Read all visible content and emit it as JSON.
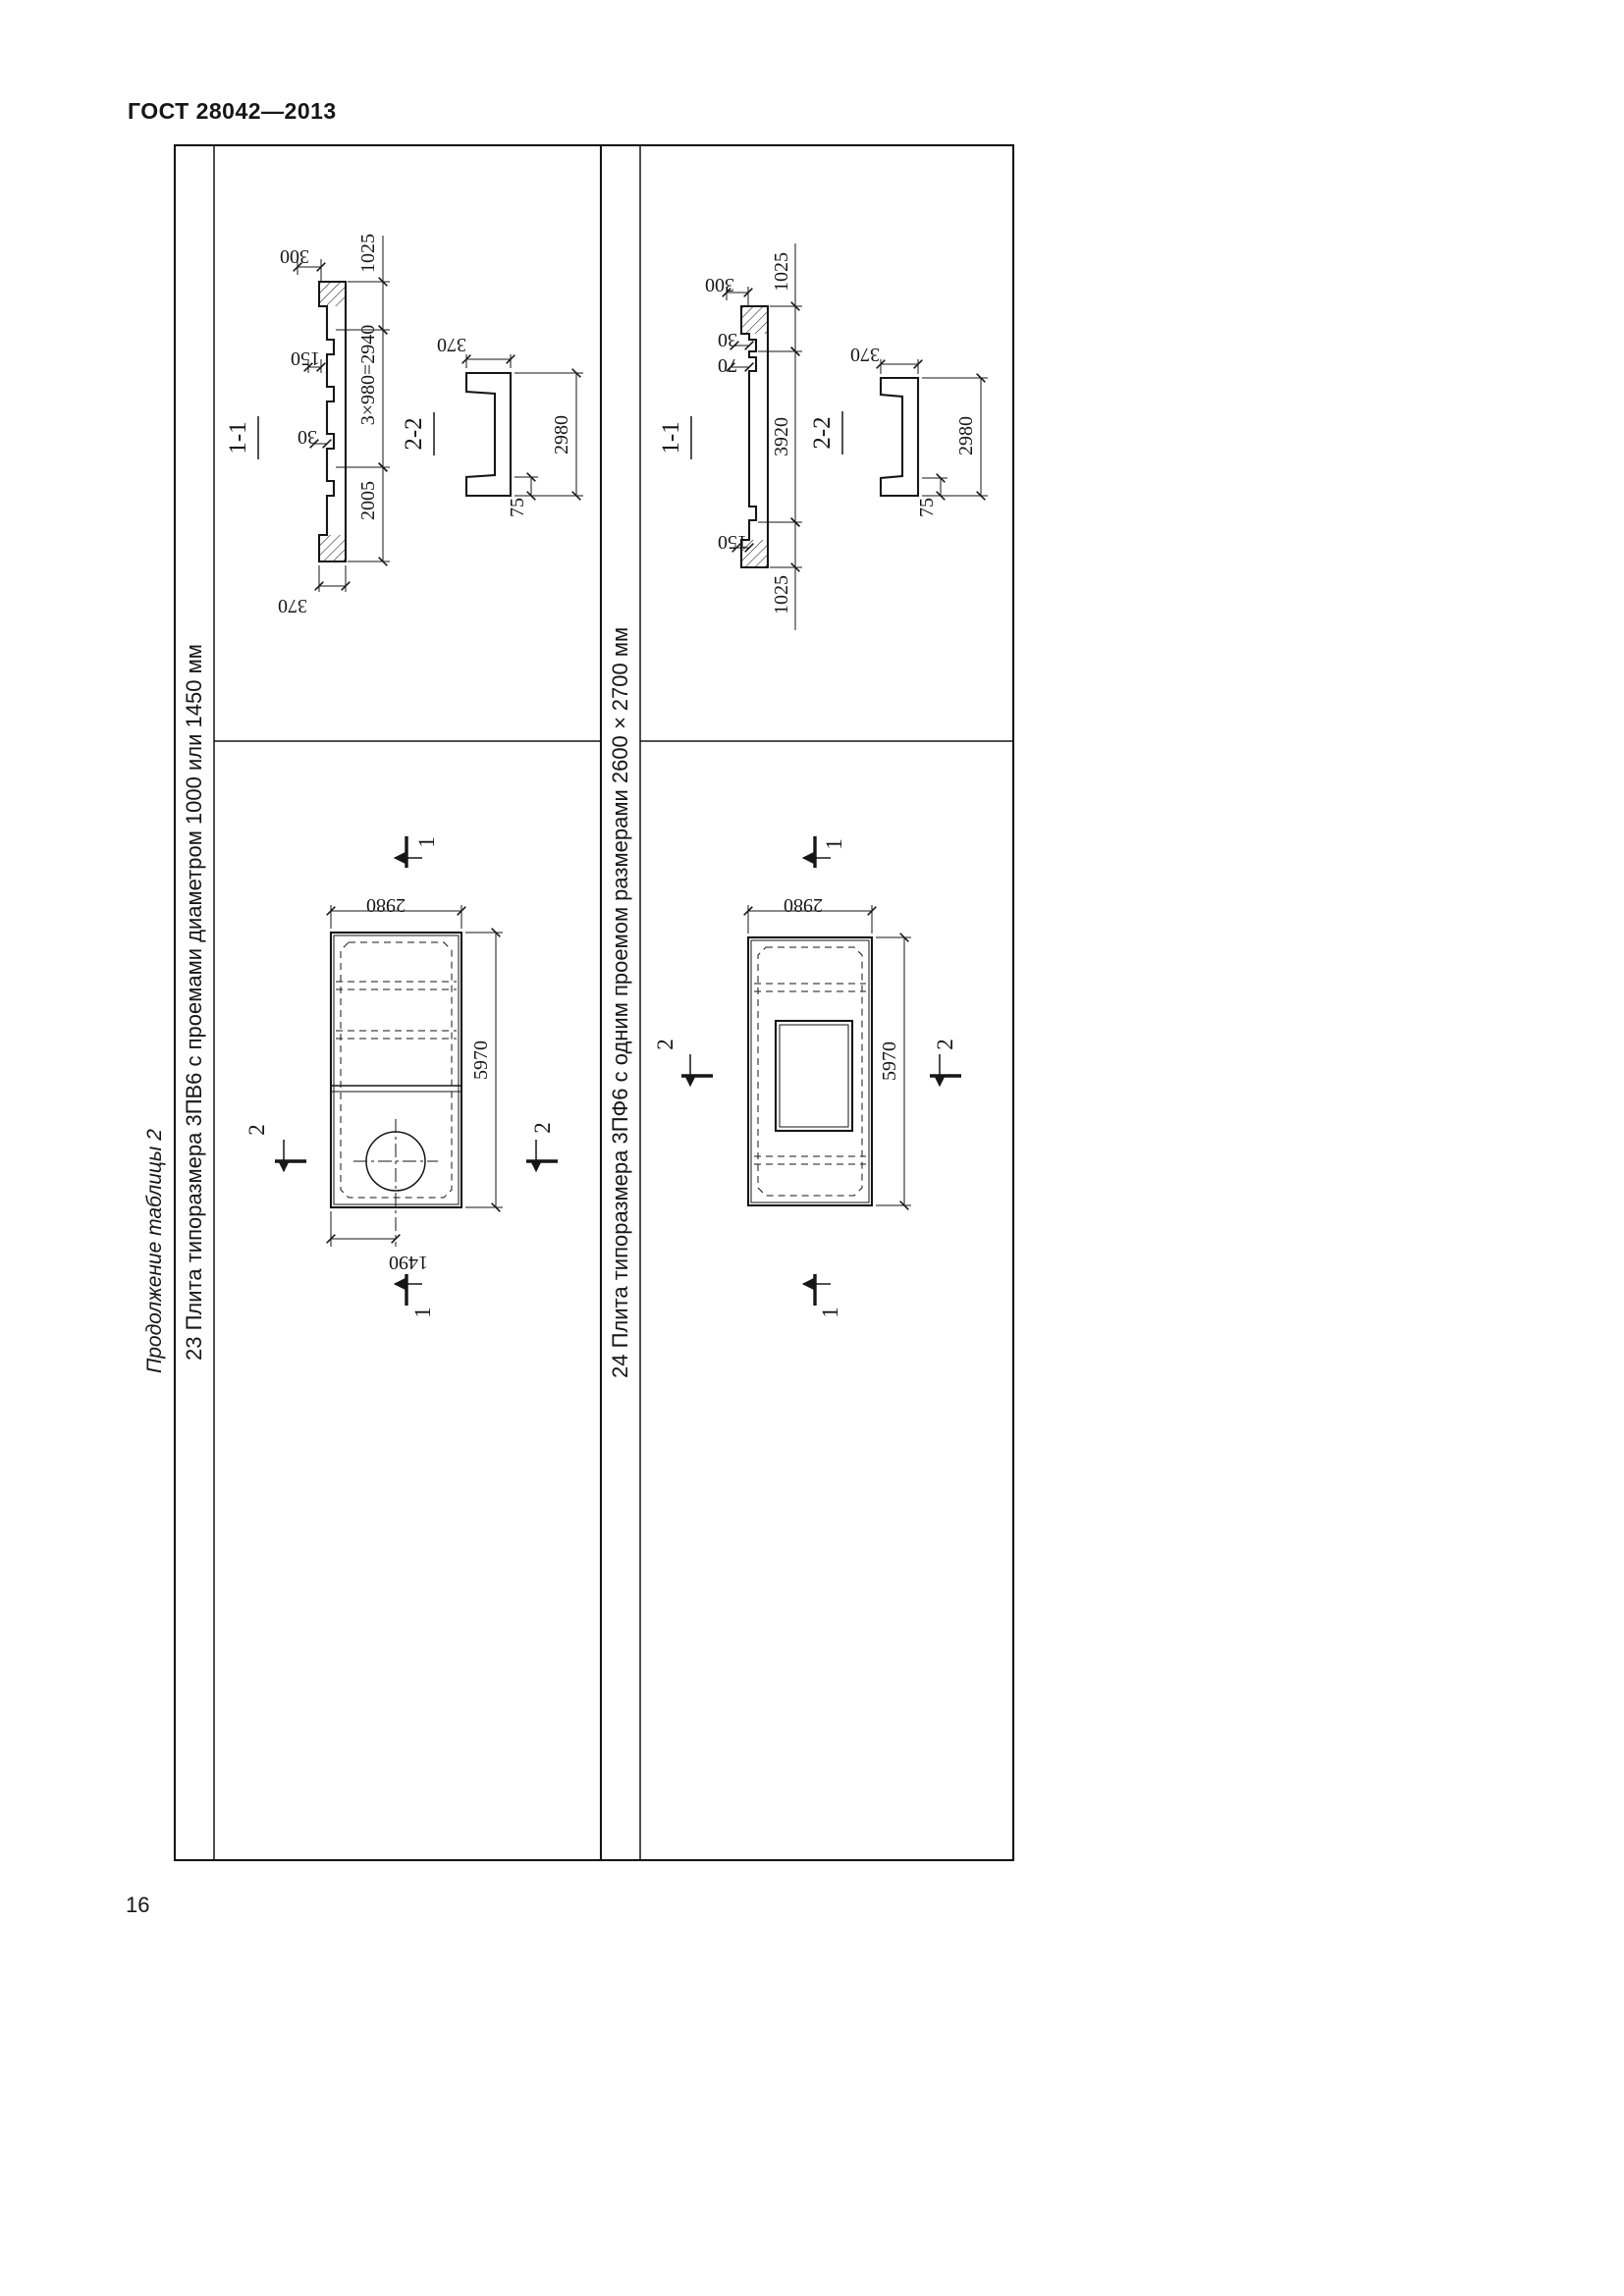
{
  "page": {
    "header": "ГОСТ 28042—2013",
    "continuation_note": "Продолжение таблицы 2",
    "page_number": "16",
    "ink_color": "#161616",
    "paper_color": "#ffffff"
  },
  "panel23": {
    "caption": "23 Плита типоразмера 3ПВ6 с проемами диаметром 1000 или 1450 мм",
    "section11": {
      "label": "1-1",
      "dims": {
        "d300": "300",
        "d150": "150",
        "d30": "30",
        "d1025": "1025",
        "dribs": "3×980=2940",
        "d2005": "2005",
        "d370": "370"
      }
    },
    "section22": {
      "label": "2-2",
      "dims": {
        "d370": "370",
        "d2980": "2980",
        "d75": "75"
      }
    },
    "plan": {
      "dims": {
        "width": "2980",
        "length": "5970",
        "hole_offset": "1490"
      },
      "markers": {
        "m1": "1",
        "m2": "2"
      }
    }
  },
  "panel24": {
    "caption": "24 Плита типоразмера 3ПФ6 с одним проемом размерами 2600×2700 мм",
    "section11": {
      "label": "1-1",
      "dims": {
        "d300": "300",
        "d30": "30",
        "d70": "70",
        "d150": "150",
        "d1025a": "1025",
        "d3920": "3920",
        "d1025b": "1025"
      }
    },
    "section22": {
      "label": "2-2",
      "dims": {
        "d370": "370",
        "d2980": "2980",
        "d75": "75"
      }
    },
    "plan": {
      "dims": {
        "width": "2980",
        "length": "5970"
      },
      "markers": {
        "m1": "1",
        "m2": "2"
      }
    }
  }
}
